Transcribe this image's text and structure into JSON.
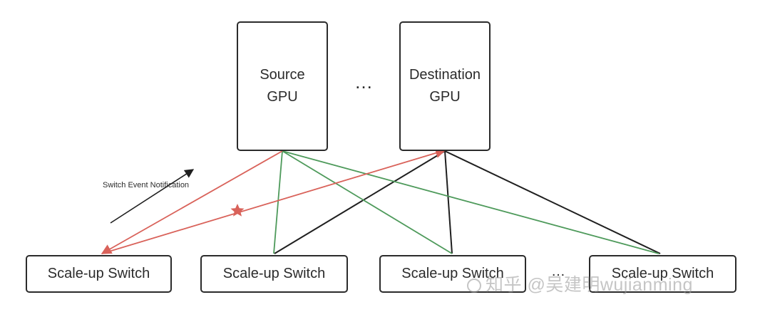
{
  "gpus": {
    "source": "Source\nGPU",
    "destination": "Destination\nGPU",
    "ellipsis": "…"
  },
  "switches": [
    {
      "label": "Scale-up Switch"
    },
    {
      "label": "Scale-up Switch"
    },
    {
      "label": "Scale-up Switch"
    },
    {
      "label": "Scale-up Switch"
    }
  ],
  "switch_ellipsis": "…",
  "notification": {
    "label": "Switch Event Notification"
  },
  "watermark": "知乎 @吴建明wujianming",
  "colors": {
    "red": "#d9625a",
    "green": "#4e9a5b",
    "black": "#1f1f1f",
    "box_border": "#2b2b2b"
  }
}
